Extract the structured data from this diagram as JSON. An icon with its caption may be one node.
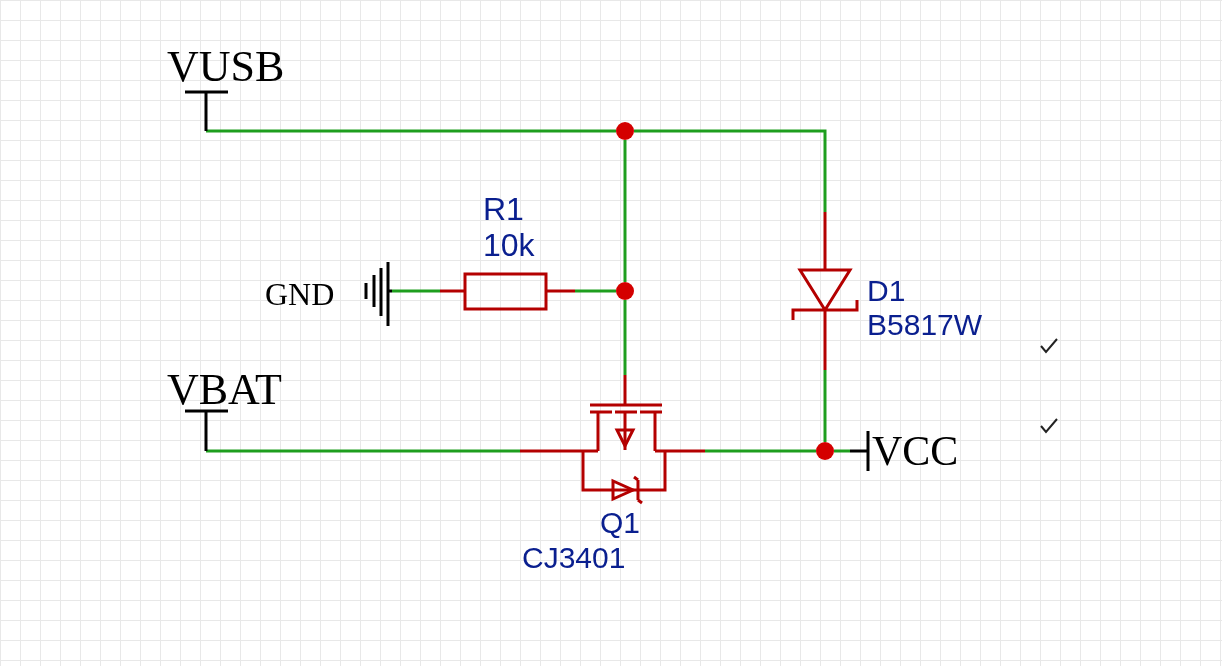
{
  "diagram": {
    "nodes": [
      {
        "text": [
          "VUSB"
        ]
      },
      {
        "text": [],
        "shape": "circle"
      },
      {
        "text": [
          "R1",
          "10k"
        ]
      },
      {
        "text": [
          "GND"
        ]
      },
      {
        "text": [],
        "shape": "circle"
      },
      {
        "text": [
          "D1",
          "B5817W"
        ]
      },
      {
        "text": [
          "VBAT"
        ]
      },
      {
        "text": [
          "Q1",
          "CJ3401"
        ]
      },
      {
        "text": [],
        "shape": "circle"
      },
      {
        "text": [
          "VCC"
        ]
      }
    ],
    "edges": [
      {
        "from": 0,
        "to": 1,
        "arrow": "none"
      },
      {
        "from": 1,
        "to": 5,
        "arrow": "none"
      },
      {
        "from": 1,
        "to": 4,
        "arrow": "none"
      },
      {
        "from": 3,
        "to": 2,
        "arrow": "none"
      },
      {
        "from": 2,
        "to": 4,
        "arrow": "none"
      },
      {
        "from": 4,
        "to": 7,
        "arrow": "none"
      },
      {
        "from": 6,
        "to": 7,
        "arrow": "none"
      },
      {
        "from": 7,
        "to": 8,
        "arrow": "none"
      },
      {
        "from": 5,
        "to": 8,
        "arrow": "none"
      },
      {
        "from": 8,
        "to": 9,
        "arrow": "none"
      }
    ]
  }
}
